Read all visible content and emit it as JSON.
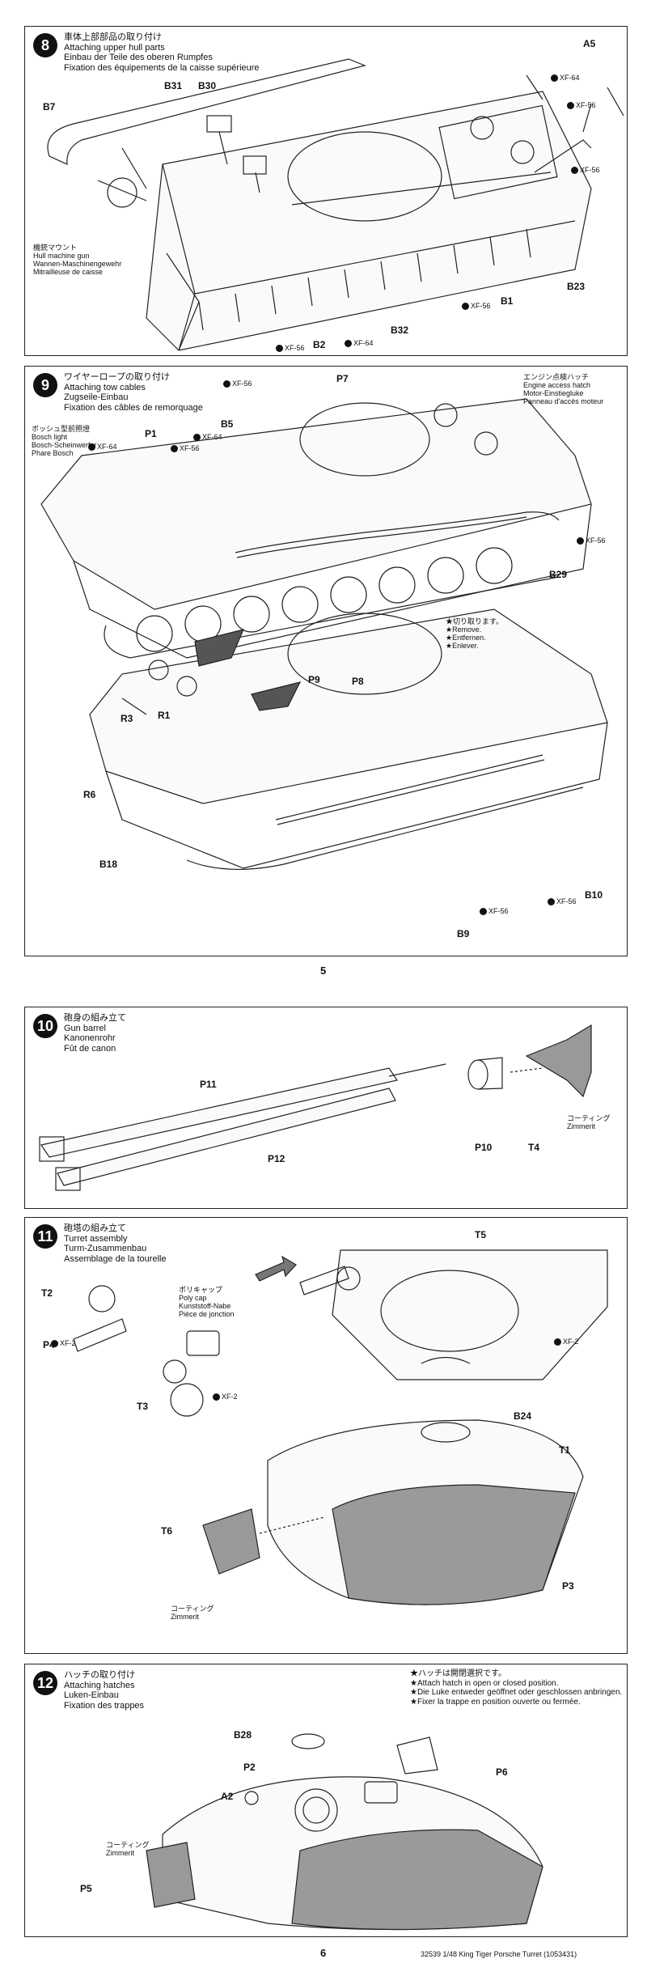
{
  "step8": {
    "num": "8",
    "title": [
      "車体上部部品の取り付け",
      "Attaching upper hull parts",
      "Einbau der Teile des oberen Rumpfes",
      "Fixation des équipements de la caisse supérieure"
    ],
    "note": [
      "機銃マウント",
      "Hull machine gun",
      "Wannen-Maschinengewehr",
      "Mitrailleuse de caisse"
    ],
    "parts": [
      "A5",
      "B31",
      "B30",
      "B7",
      "B1",
      "B23",
      "B2",
      "B32"
    ],
    "paints": [
      "XF-64",
      "XF-56",
      "XF-56",
      "XF-56",
      "XF-56",
      "XF-64"
    ]
  },
  "step9": {
    "num": "9",
    "title": [
      "ワイヤーロープの取り付け",
      "Attaching tow cables",
      "Zugseile-Einbau",
      "Fixation des câbles de remorquage"
    ],
    "note_light": [
      "ボッシュ型前照燈",
      "Bosch light",
      "Bosch-Scheinwerfer",
      "Phare Bosch"
    ],
    "note_hatch": [
      "エンジン点検ハッチ",
      "Engine access hatch",
      "Motor-Einstiegluke",
      "Panneau d'accès moteur"
    ],
    "note_remove": [
      "★切り取ります。",
      "★Remove.",
      "★Entfernen.",
      "★Enlever."
    ],
    "parts": [
      "B5",
      "P7",
      "P1",
      "B29",
      "P9",
      "P8",
      "R3",
      "R1",
      "R6",
      "B18",
      "B10",
      "B9"
    ],
    "paints": [
      "XF-56",
      "XF-64",
      "XF-56",
      "XF-64",
      "XF-56",
      "XF-56",
      "XF-56"
    ]
  },
  "page5": "5",
  "step10": {
    "num": "10",
    "title": [
      "砲身の組み立て",
      "Gun barrel",
      "Kanonenrohr",
      "Fût de canon"
    ],
    "parts": [
      "P11",
      "P12",
      "P10",
      "T4"
    ],
    "coating": [
      "コーティング",
      "Zimmerit"
    ]
  },
  "step11": {
    "num": "11",
    "title": [
      "砲塔の組み立て",
      "Turret assembly",
      "Turm-Zusammenbau",
      "Assemblage de la tourelle"
    ],
    "polycap": [
      "ポリキャップ",
      "Poly cap",
      "Kunststoff-Nabe",
      "Pièce de jonction"
    ],
    "parts": [
      "T5",
      "T2",
      "P4",
      "T3",
      "B24",
      "T1",
      "T6",
      "P3"
    ],
    "paints": [
      "XF-2",
      "XF-2",
      "XF-2"
    ],
    "coating": [
      "コーティング",
      "Zimmerit"
    ]
  },
  "step12": {
    "num": "12",
    "title": [
      "ハッチの取り付け",
      "Attaching hatches",
      "Luken-Einbau",
      "Fixation des trappes"
    ],
    "note": [
      "★ハッチは開閉選択です。",
      "★Attach hatch in open or closed position.",
      "★Die Luke entweder geöffnet oder geschlossen anbringen.",
      "★Fixer la trappe en position ouverte ou fermée."
    ],
    "parts": [
      "B28",
      "P2",
      "P6",
      "A2",
      "P5"
    ],
    "coating": [
      "コーティング",
      "Zimmerit"
    ]
  },
  "page6": "6",
  "footer": "32539 1/48 King Tiger Porsche Turret (1053431)"
}
